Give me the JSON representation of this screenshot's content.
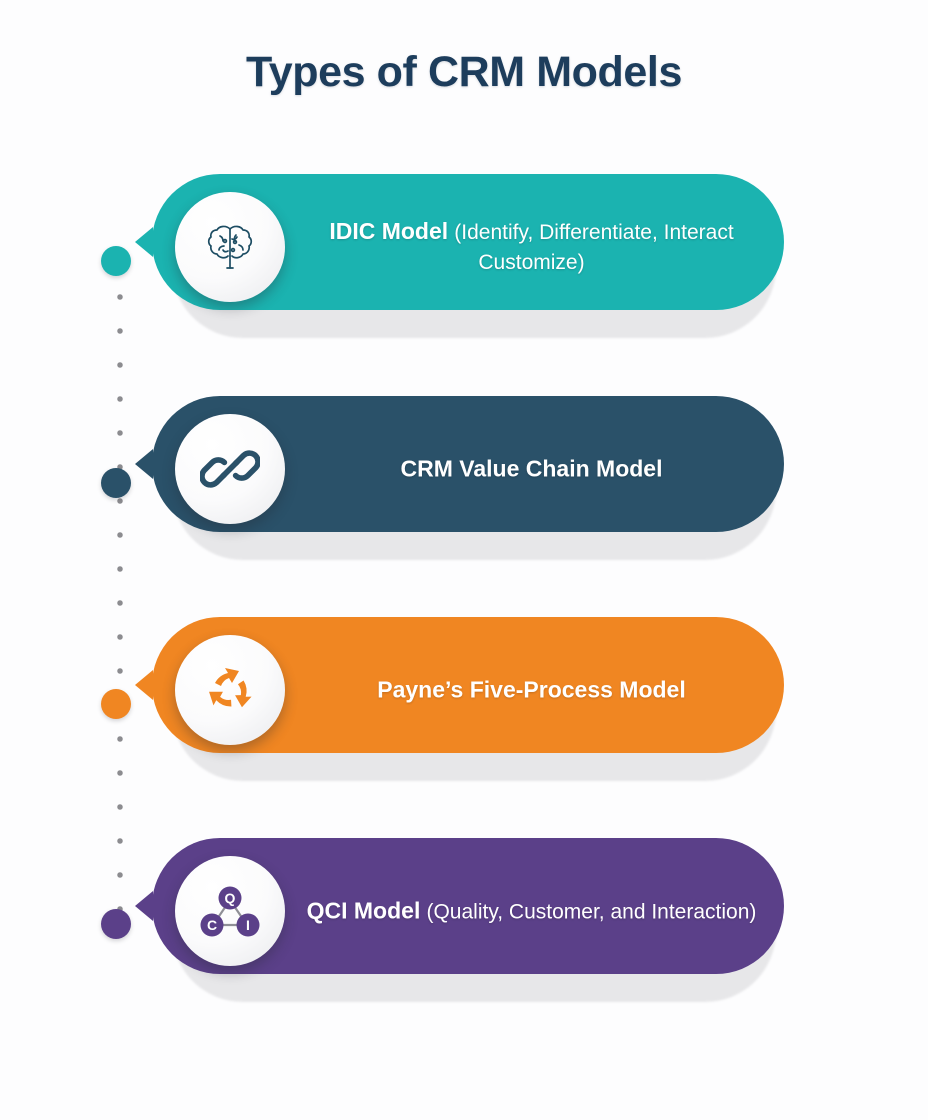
{
  "page": {
    "title": "Types of CRM Models",
    "background_color": "#fdfdfe",
    "title_color": "#1d3d5c"
  },
  "timeline": {
    "dot_color": "#8c8c90",
    "markers": [
      {
        "model_ref": "idic",
        "color": "#1bb3b0"
      },
      {
        "model_ref": "value-chain",
        "color": "#2a5169"
      },
      {
        "model_ref": "payne",
        "color": "#f08622"
      },
      {
        "model_ref": "qci",
        "color": "#5b4089"
      }
    ]
  },
  "cards": [
    {
      "id": "idic",
      "title": "IDIC Model",
      "subtitle": "(Identify, Differentiate, Interact Customize)",
      "color": "#1bb3b0",
      "icon": "brain-icon",
      "icon_color": "#1d4d63"
    },
    {
      "id": "value-chain",
      "title": "CRM Value Chain Model",
      "subtitle": "",
      "color": "#2a5169",
      "icon": "chain-link-icon",
      "icon_color": "#2a5169"
    },
    {
      "id": "payne",
      "title": "Payne’s Five-Process Model",
      "subtitle": "",
      "color": "#f08622",
      "icon": "cycle-arrows-icon",
      "icon_color": "#f08622"
    },
    {
      "id": "qci",
      "title": "QCI Model",
      "subtitle": "(Quality, Customer, and Interaction)",
      "color": "#5b4089",
      "icon": "qci-triangle-icon",
      "icon_color": "#5b4089",
      "icon_nodes": [
        "Q",
        "C",
        "I"
      ]
    }
  ]
}
